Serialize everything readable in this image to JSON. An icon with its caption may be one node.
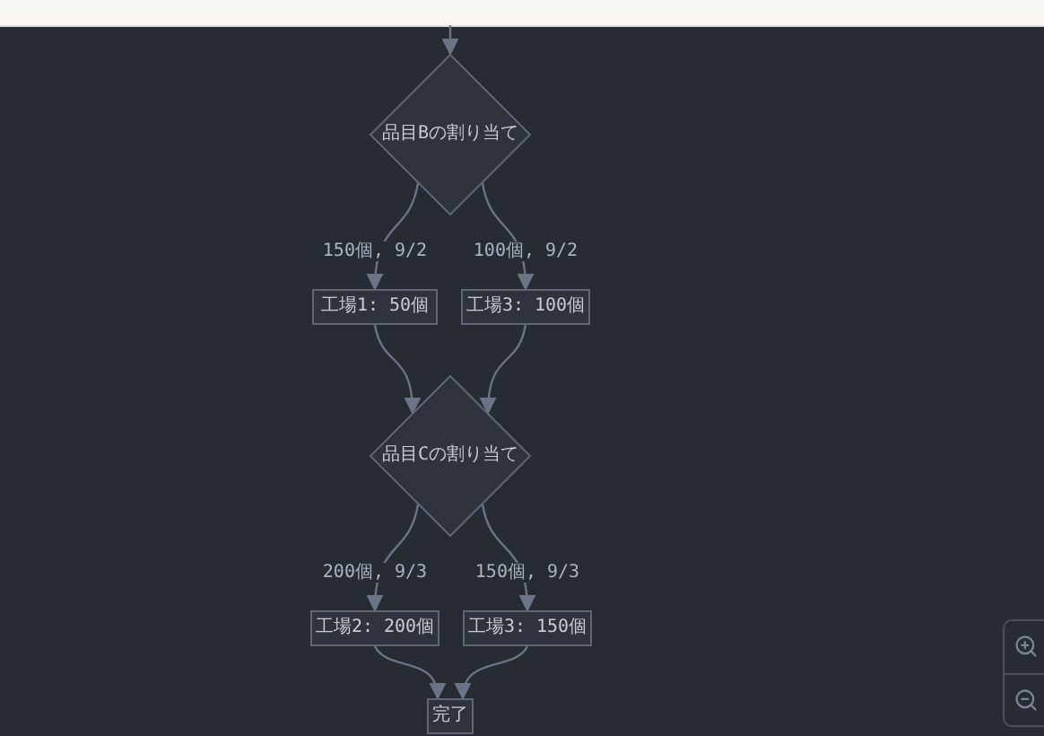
{
  "diagram": {
    "nodes": [
      {
        "text": [
          "品目Bの割り当て"
        ]
      },
      {
        "text": [
          "工場1: 50個"
        ]
      },
      {
        "text": [
          "工場3: 100個"
        ]
      },
      {
        "text": [
          "品目Cの割り当て"
        ]
      },
      {
        "text": [
          "工場2: 200個"
        ]
      },
      {
        "text": [
          "工場3: 150個"
        ]
      },
      {
        "text": [
          "完了"
        ]
      }
    ],
    "edges": [
      {
        "from": null,
        "to": 0,
        "arrow": "to"
      },
      {
        "from": 0,
        "to": 1,
        "arrow": "to",
        "label": "150個, 9/2"
      },
      {
        "from": 0,
        "to": 2,
        "arrow": "to",
        "label": "100個, 9/2"
      },
      {
        "from": 1,
        "to": 3,
        "arrow": "to"
      },
      {
        "from": 2,
        "to": 3,
        "arrow": "to"
      },
      {
        "from": 3,
        "to": 4,
        "arrow": "to",
        "label": "200個, 9/3"
      },
      {
        "from": 3,
        "to": 5,
        "arrow": "to",
        "label": "150個, 9/3"
      },
      {
        "from": 4,
        "to": 6,
        "arrow": "to"
      },
      {
        "from": 5,
        "to": 6,
        "arrow": "to"
      }
    ]
  }
}
